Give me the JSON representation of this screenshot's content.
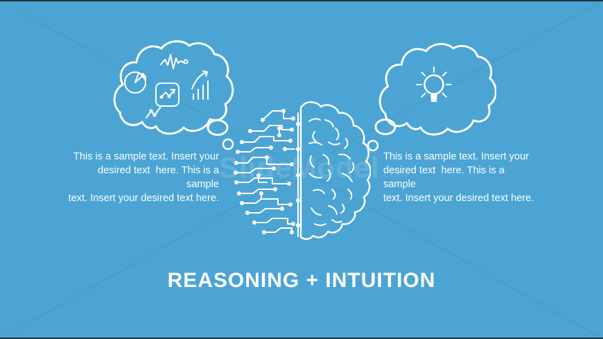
{
  "slide": {
    "title": "REASONING + INTUITION",
    "background_color": "#4BA4D4",
    "foreground_color": "#FFFFFF",
    "watermark": {
      "name": "SlideModel",
      "suffix": ".com"
    },
    "left_caption": {
      "lines": [
        "This is a sample text. Insert your",
        "desired text  here. This is a sample",
        "text. Insert your desired text here."
      ]
    },
    "right_caption": {
      "lines": [
        "This is a sample text. Insert your",
        "desired text  here. This is a sample",
        "text. Insert your desired text here."
      ]
    },
    "left_cloud": {
      "icon_names": [
        "pulse-line-icon",
        "pie-chart-icon",
        "line-chart-panel-icon",
        "growth-bar-chart-icon",
        "scatter-line-icon"
      ]
    },
    "right_cloud": {
      "icon_names": [
        "lightbulb-icon"
      ]
    },
    "center_graphic": {
      "left_half": "circuit-board-brain-half",
      "right_half": "organic-brain-half"
    }
  }
}
